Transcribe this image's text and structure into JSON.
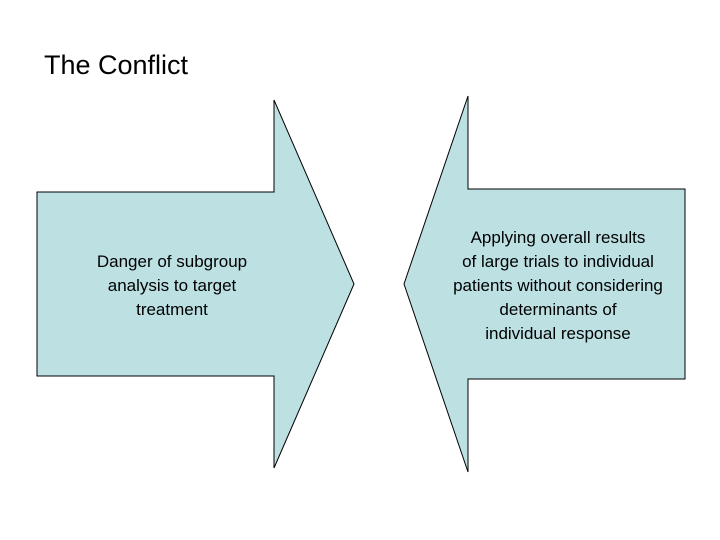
{
  "title": "The Conflict",
  "colors": {
    "arrow_fill": "#bde0e3",
    "arrow_stroke": "#000000"
  },
  "left_arrow": {
    "direction": "right",
    "lines": [
      "Danger of subgroup",
      "analysis to target",
      "treatment"
    ]
  },
  "right_arrow": {
    "direction": "left",
    "lines": [
      "Applying overall results",
      "of large trials to individual",
      "patients without considering",
      "determinants of",
      "individual response"
    ]
  }
}
